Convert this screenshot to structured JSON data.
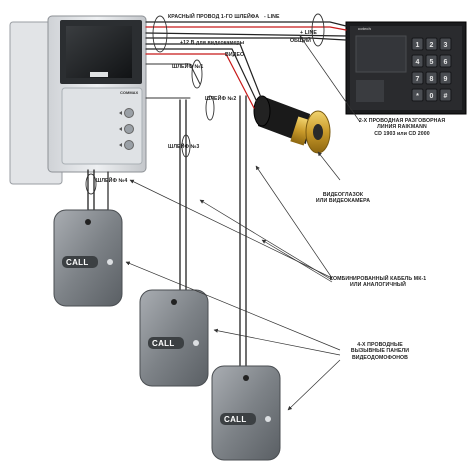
{
  "labels": {
    "red_wire": "КРАСНЫЙ ПРОВОД 1-ГО ШЛЕЙФА",
    "line_minus": "- LINE",
    "plus12": "+12 В для видеокамеры",
    "video": "ВИДЕО",
    "line_plus": "+ LINE",
    "common": "ОБЩИЙ",
    "loop1": "ШЛЕЙФ №1",
    "loop2": "ШЛЕЙФ №2",
    "loop3": "ШЛЕЙФ №3",
    "loop4": "ШЛЕЙФ №4",
    "twowire": [
      "2-Х ПРОВОДНАЯ РАЗГОВОРНАЯ",
      "ЛИНИЯ RAIKMANN",
      "CD 1903  или  CD 2000"
    ],
    "peephole": [
      "ВИДЕОГЛАЗОК",
      "ИЛИ ВИДЕОКАМЕРА"
    ],
    "cable": [
      "КОМБИНИРОВАННЫЙ КАБЕЛЬ МК-1",
      "ИЛИ АНАЛОГИЧНЫЙ"
    ],
    "panels": [
      "4-Х ПРОВОДНЫЕ",
      "ВЫЗЫВНЫЕ ПАНЕЛИ",
      "ВИДЕОДОМОФОНОВ"
    ]
  },
  "monitor_brand": "COMMAX",
  "keypad_brand": "cotech",
  "panel_button": "CALL",
  "keypad_keys": [
    "1",
    "2",
    "3",
    "4",
    "5",
    "6",
    "7",
    "8",
    "9",
    "*",
    "0",
    "#"
  ]
}
